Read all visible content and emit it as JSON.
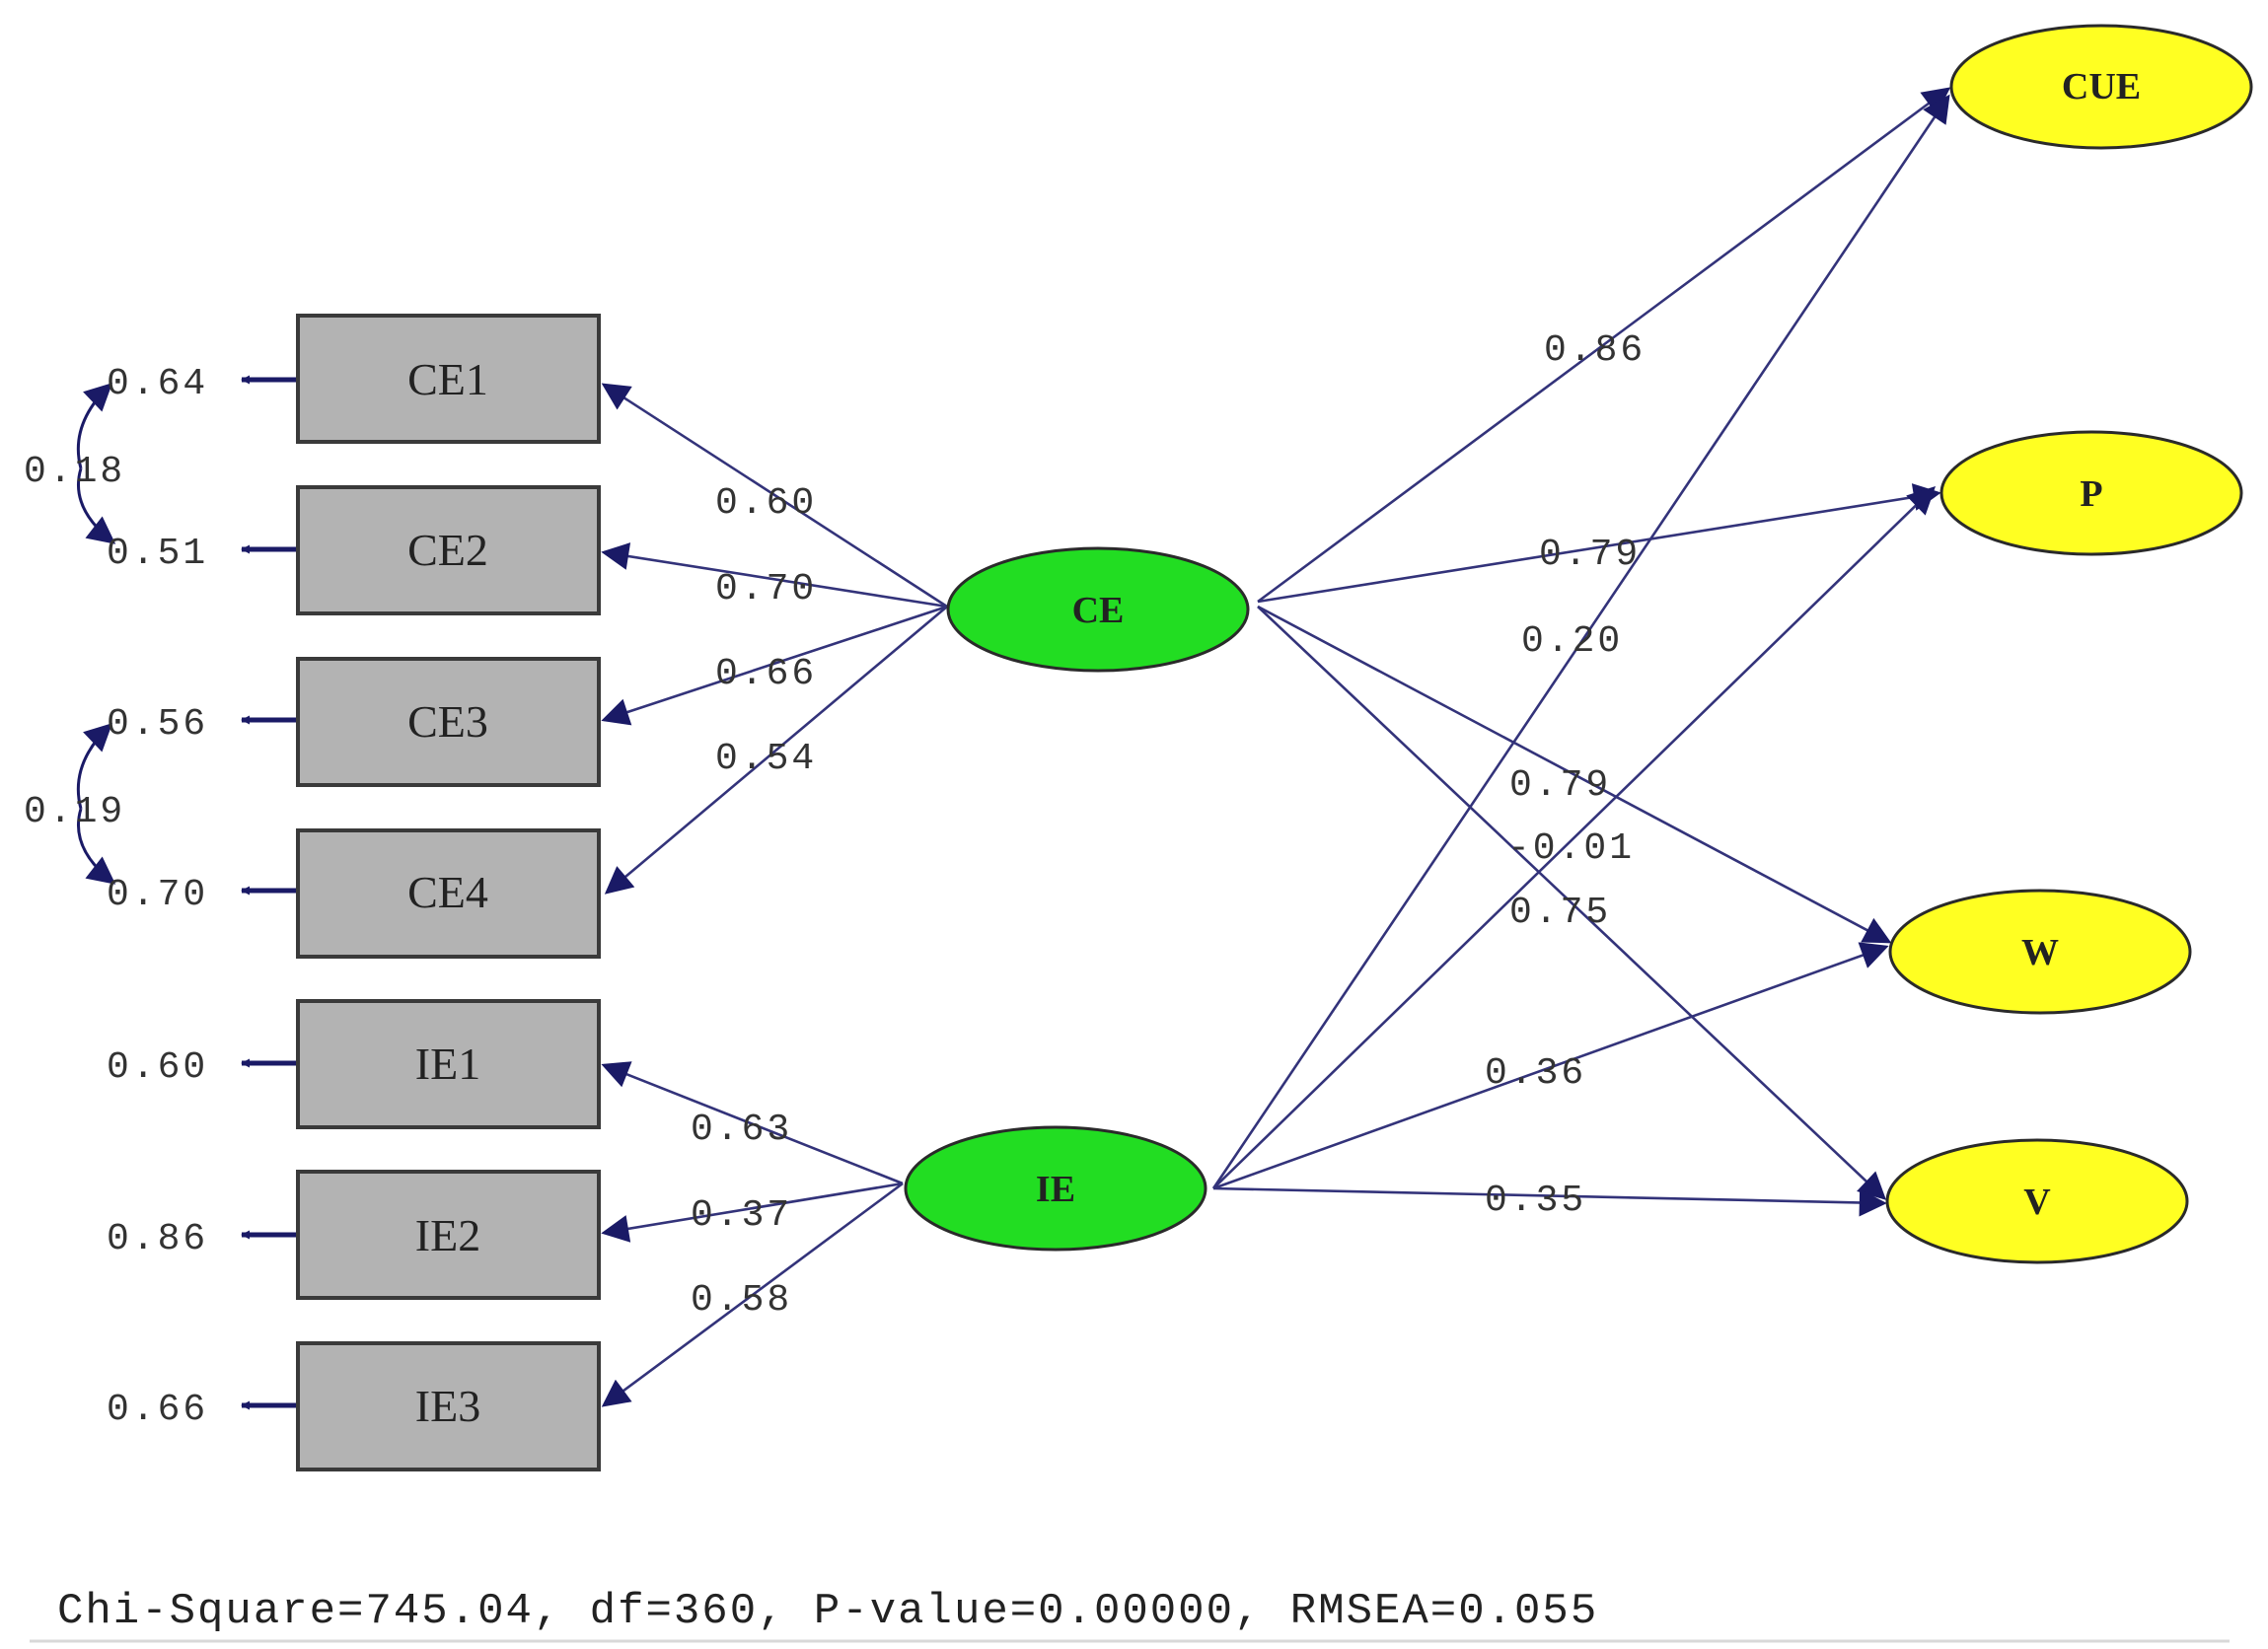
{
  "indicators": [
    {
      "id": "CE1",
      "label": "CE1",
      "error": "0.64"
    },
    {
      "id": "CE2",
      "label": "CE2",
      "error": "0.51"
    },
    {
      "id": "CE3",
      "label": "CE3",
      "error": "0.56"
    },
    {
      "id": "CE4",
      "label": "CE4",
      "error": "0.70"
    },
    {
      "id": "IE1",
      "label": "IE1",
      "error": "0.60"
    },
    {
      "id": "IE2",
      "label": "IE2",
      "error": "0.86"
    },
    {
      "id": "IE3",
      "label": "IE3",
      "error": "0.66"
    }
  ],
  "latents": [
    {
      "id": "CE",
      "label": "CE"
    },
    {
      "id": "IE",
      "label": "IE"
    }
  ],
  "outcomes": [
    {
      "id": "CUE",
      "label": "CUE"
    },
    {
      "id": "P",
      "label": "P"
    },
    {
      "id": "W",
      "label": "W"
    },
    {
      "id": "V",
      "label": "V"
    }
  ],
  "loadings": [
    {
      "from": "CE",
      "to": "CE1",
      "value": "0.60"
    },
    {
      "from": "CE",
      "to": "CE2",
      "value": "0.70"
    },
    {
      "from": "CE",
      "to": "CE3",
      "value": "0.66"
    },
    {
      "from": "CE",
      "to": "CE4",
      "value": "0.54"
    },
    {
      "from": "IE",
      "to": "IE1",
      "value": "0.63"
    },
    {
      "from": "IE",
      "to": "IE2",
      "value": "0.37"
    },
    {
      "from": "IE",
      "to": "IE3",
      "value": "0.58"
    }
  ],
  "error_covariances": [
    {
      "between": [
        "CE1",
        "CE2"
      ],
      "value": "0.18"
    },
    {
      "between": [
        "CE3",
        "CE4"
      ],
      "value": "0.19"
    }
  ],
  "structural_paths": [
    {
      "from": "CE",
      "to": "CUE",
      "value": "0.86"
    },
    {
      "from": "CE",
      "to": "P",
      "value": "0.79"
    },
    {
      "from": "CE",
      "to": "W",
      "value": "0.79"
    },
    {
      "from": "CE",
      "to": "V",
      "value": "0.75"
    },
    {
      "from": "IE",
      "to": "CUE",
      "value": "0.20"
    },
    {
      "from": "IE",
      "to": "P",
      "value": "-0.01"
    },
    {
      "from": "IE",
      "to": "W",
      "value": "0.36"
    },
    {
      "from": "IE",
      "to": "V",
      "value": "0.35"
    }
  ],
  "fit_statistics": "Chi-Square=745.04, df=360, P-value=0.00000, RMSEA=0.055",
  "colors": {
    "indicator_fill": "#b3b3b3",
    "latent_fill": "#22dd22",
    "outcome_fill": "#ffff22",
    "arrow": "#33337a"
  }
}
